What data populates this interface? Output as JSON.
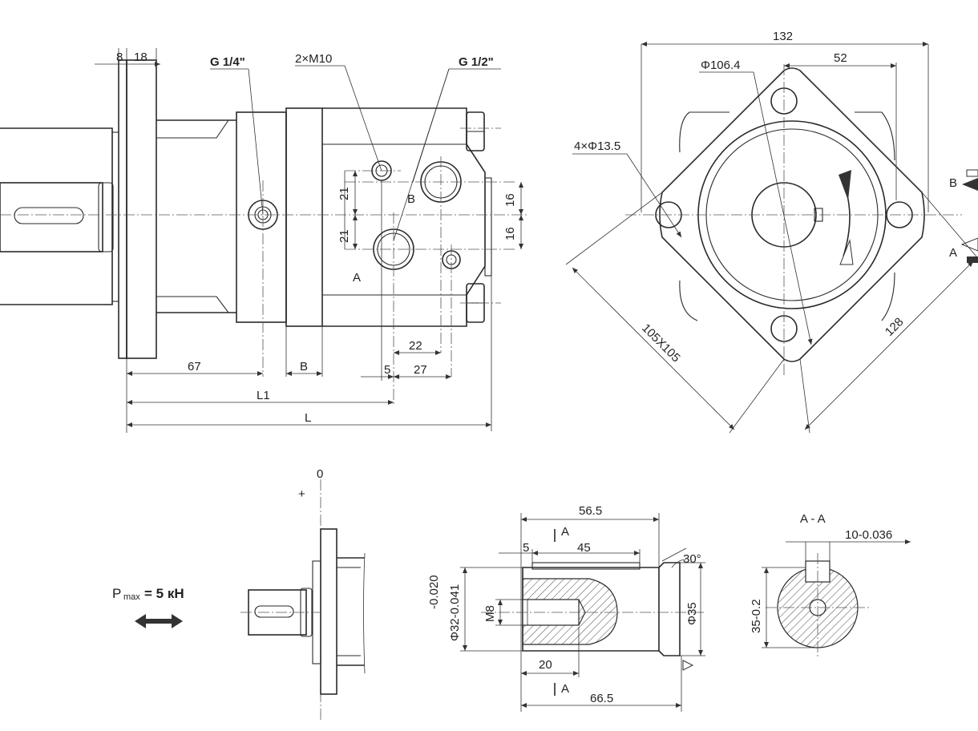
{
  "labels": {
    "port_g14": "G 1/4\"",
    "m10": "2×M10",
    "port_g12": "G 1/2\"",
    "mount_holes": "4×Φ13.5",
    "bolt_circle": "Φ106.4",
    "square": "105X105",
    "port_a": "A",
    "port_b": "B",
    "section": "A - A",
    "pmax_p": "P",
    "pmax_sub": "max",
    "pmax_val": "= 5 кН",
    "tol_upper": "-0.020",
    "tol_shaft": "Φ32-0.041",
    "thread": "M8",
    "shaft_d": "Φ35",
    "key": "10-0.036",
    "key_d": "35-0.2",
    "angle": "30°",
    "zero": "0",
    "plus": "+",
    "cut_a": "A"
  },
  "dims": {
    "d8": "8",
    "d18": "18",
    "d21a": "21",
    "d21b": "21",
    "d16a": "16",
    "d16b": "16",
    "d22": "22",
    "d5": "5",
    "d27": "27",
    "d67": "67",
    "dB": "B",
    "dL1": "L1",
    "dL": "L",
    "d132": "132",
    "d52": "52",
    "d128": "128",
    "d56_5": "56.5",
    "d5s": "5",
    "d45": "45",
    "d20": "20",
    "d66_5": "66.5"
  }
}
